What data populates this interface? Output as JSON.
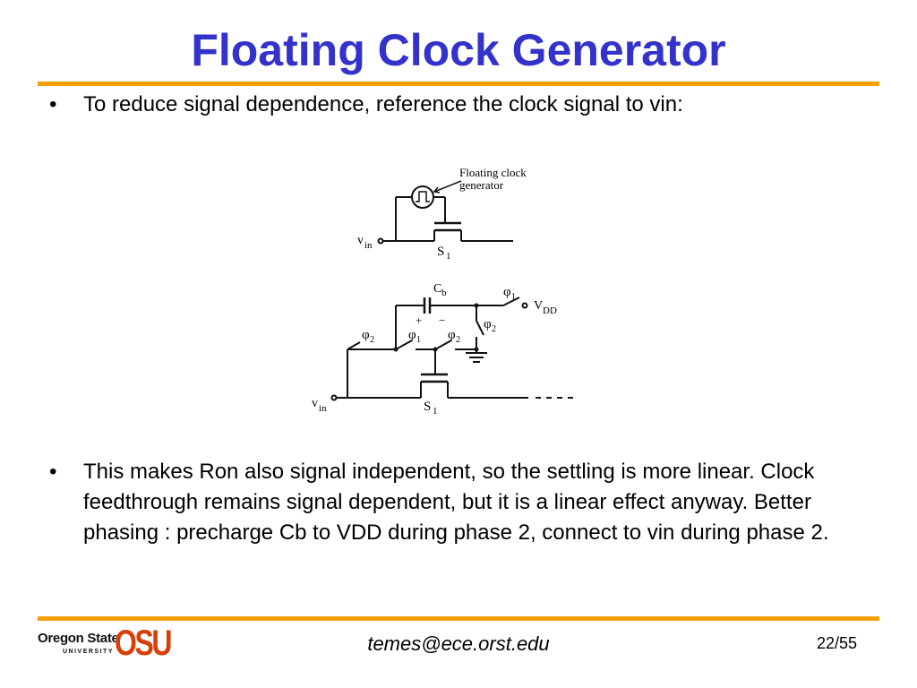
{
  "slide": {
    "title": "Floating Clock Generator",
    "bullets": [
      "To reduce signal dependence, reference the clock signal to vin:",
      "This makes Ron also signal independent, so the settling is more linear. Clock feedthrough remains signal dependent, but it is a linear effect anyway. Better phasing : precharge  Cb to VDD during phase 2, connect to vin during phase 2."
    ],
    "bullet_symbol": "•"
  },
  "figure_top": {
    "label_line1": "Floating clock",
    "label_line2": "generator",
    "vin_label": "v",
    "vin_sub": "in",
    "switch_label": "S",
    "switch_sub": "1"
  },
  "figure_bottom": {
    "cap_label": "C",
    "cap_sub": "b",
    "plus": "+",
    "minus": "−",
    "phi1_vdd": "φ",
    "phi1_vdd_sub": "1",
    "vdd_label": "V",
    "vdd_sub": "DD",
    "phi2_left": "φ",
    "phi2_left_sub": "2",
    "phi1_mid": "φ",
    "phi1_mid_sub": "1",
    "phi2_mid": "φ",
    "phi2_mid_sub": "2",
    "phi2_right": "φ",
    "phi2_right_sub": "2",
    "vin_label": "v",
    "vin_sub": "in",
    "switch_label": "S",
    "switch_sub": "1"
  },
  "footer": {
    "email": "temes@ece.orst.edu",
    "page": "22/55",
    "logo_name": "Oregon State",
    "logo_sub": "UNIVERSITY",
    "logo_mark": "OSU"
  },
  "colors": {
    "title": "#3333cc",
    "rule": "#f5a000",
    "logo_mark": "#d73f09"
  }
}
